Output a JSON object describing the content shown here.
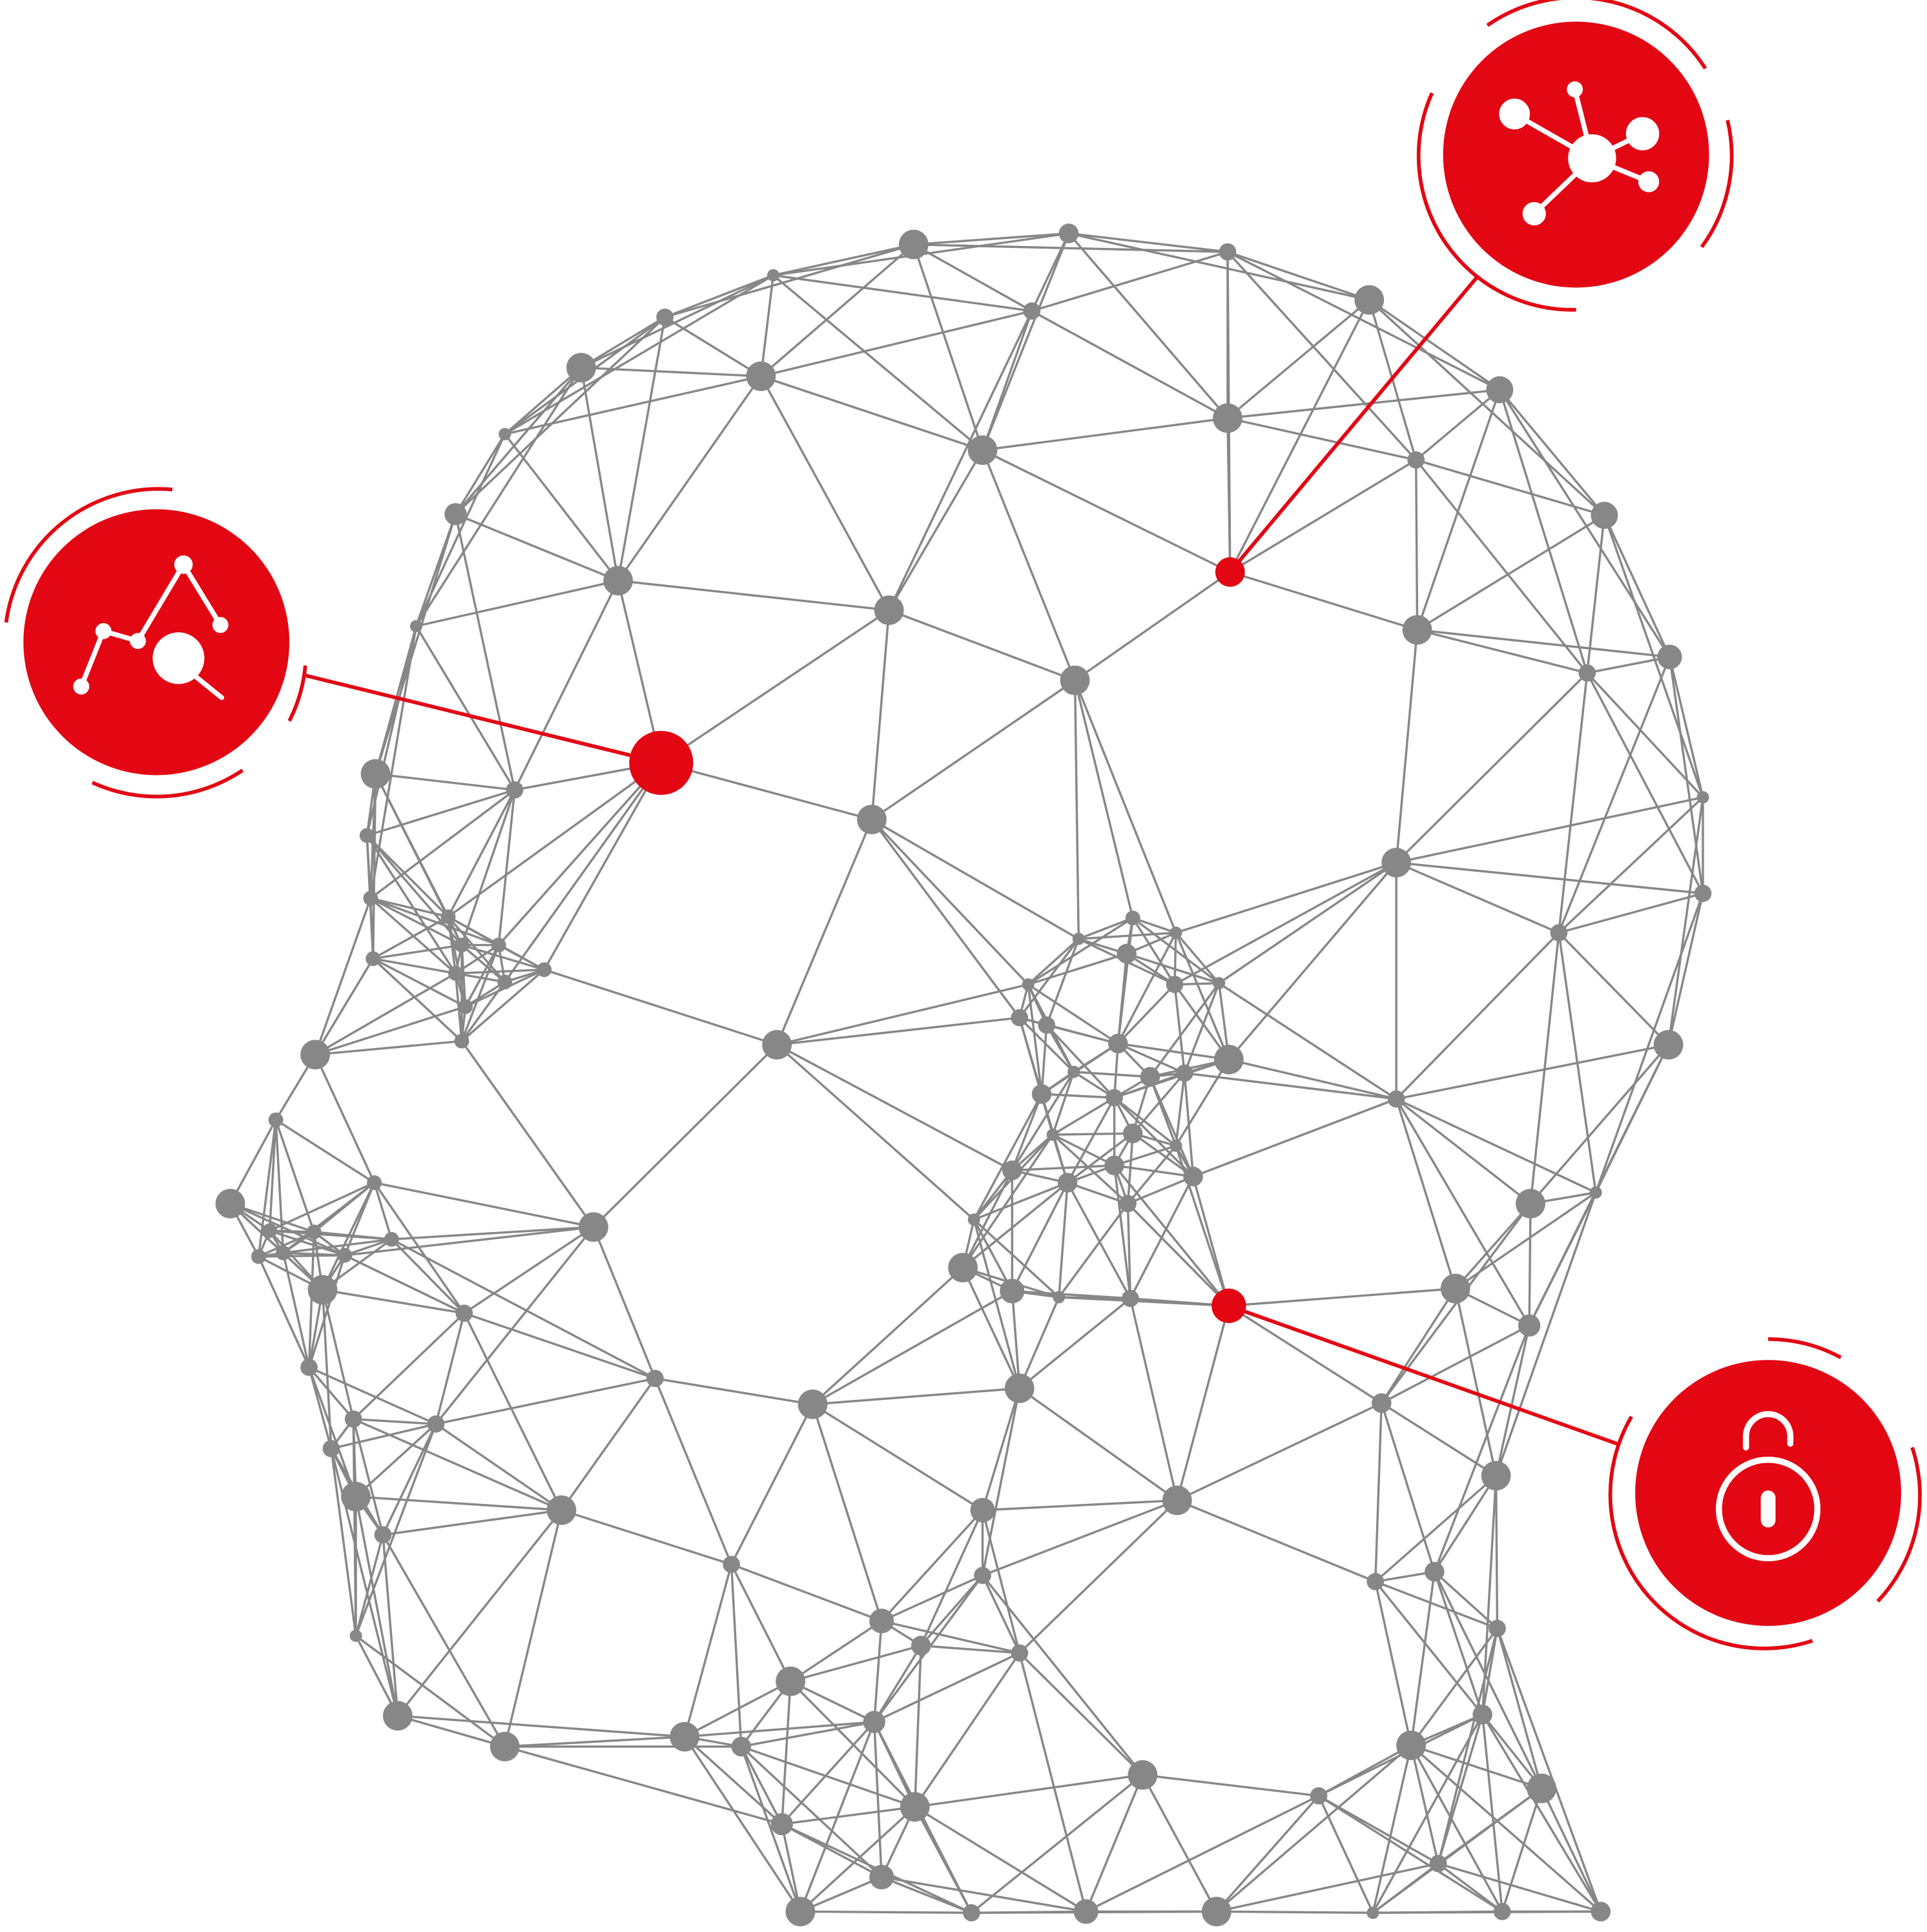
{
  "colors": {
    "background": "#ffffff",
    "mesh": "#878787",
    "accent": "#e30613",
    "icon_foreground": "#ffffff"
  },
  "badges": [
    {
      "name": "network-molecule",
      "icon": "molecule-network-icon"
    },
    {
      "name": "analytics-search",
      "icon": "chart-magnifier-icon"
    },
    {
      "name": "security-unlock",
      "icon": "unlocked-padlock-icon"
    }
  ]
}
